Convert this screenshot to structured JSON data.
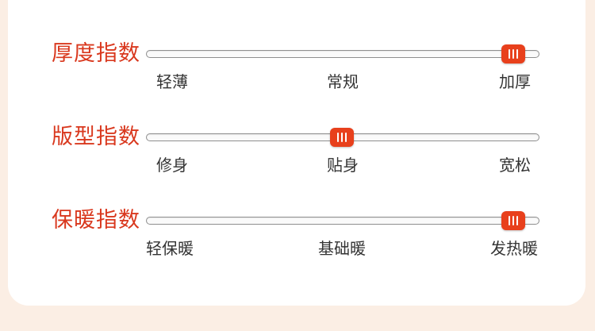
{
  "colors": {
    "accent": "#d9381e",
    "thumb": "#e8401c",
    "track_border": "#8f8f8f",
    "card_background": "#ffffff",
    "page_background": "#fbeee4"
  },
  "indices": [
    {
      "label": "厚度指数",
      "options": [
        "轻薄",
        "常规",
        "加厚"
      ],
      "level": 1.0
    },
    {
      "label": "版型指数",
      "options": [
        "修身",
        "贴身",
        "宽松"
      ],
      "level": 0.5
    },
    {
      "label": "保暖指数",
      "options": [
        "轻保暖",
        "基础暖",
        "发热暖"
      ],
      "level": 1.0
    }
  ]
}
